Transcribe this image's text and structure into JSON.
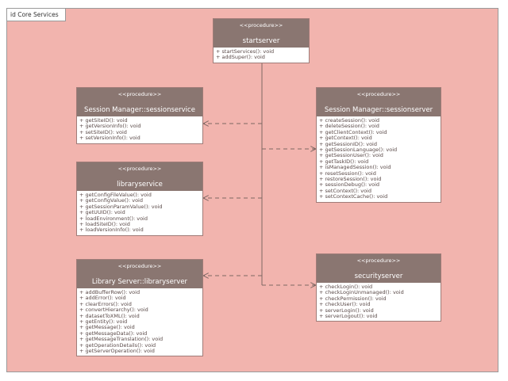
{
  "diagram": {
    "frame_title": "id Core Services",
    "classes": [
      {
        "id": "startserver",
        "stereotype": "<<procedure>>",
        "name": "startserver",
        "operations": [
          "+ startServices(): void",
          "+ addSuper(): void"
        ]
      },
      {
        "id": "session-service",
        "stereotype": "<<procedure>>",
        "name": "Session Manager::sessionservice",
        "operations": [
          "+ getSiteID(): void",
          "+ getVersionInfo(): void",
          "+ setSiteID(): void",
          "+ setVersionInfo(): void"
        ]
      },
      {
        "id": "session-server",
        "stereotype": "<<procedure>>",
        "name": "Session Manager::sessionserver",
        "operations": [
          "+ createSession(): void",
          "+ deleteSession(): void",
          "+ getClientContext(): void",
          "+ getContext(): void",
          "+ getSessionID(): void",
          "+ getSessionLanguage(): void",
          "+ getSessionUser(): void",
          "+ getTaskID(): void",
          "+ isManagedSession(): void",
          "+ resetSession(): void",
          "+ restoreSession(): void",
          "+ sessionDebug(): void",
          "+ setContext(): void",
          "+ setContextCache(): void"
        ]
      },
      {
        "id": "libraryservice",
        "stereotype": "<<procedure>>",
        "name": "libraryservice",
        "operations": [
          "+ getConfigFileValue(): void",
          "+ getConfigValue(): void",
          "+ getSessionParamValue(): void",
          "+ getUUID(): void",
          "+ loadEnvironment(): void",
          "+ loadSiteID(): void",
          "+ loadVersionInfo(): void"
        ]
      },
      {
        "id": "library-server",
        "stereotype": "<<procedure>>",
        "name": "Library Server::libraryserver",
        "operations": [
          "+ addBufferRow(): void",
          "+ addError(): void",
          "+ clearErrors(): void",
          "+ convertHierarchy(): void",
          "+ datasetToXML(): void",
          "+ getEntity(): void",
          "+ getMessage(): void",
          "+ getMessageData(): void",
          "+ getMessageTranslation(): void",
          "+ getOperationDetails(): void",
          "+ getServerOperation(): void"
        ]
      },
      {
        "id": "securityserver",
        "stereotype": "<<procedure>>",
        "name": "securityserver",
        "operations": [
          "+ checkLogin(): void",
          "+ checkLoginUnmanaged(): void",
          "+ checkPermission(): void",
          "+ checkUser(): void",
          "+ serverLogin(): void",
          "+ serverLogout(): void"
        ]
      }
    ],
    "dependencies": [
      {
        "from": "startserver",
        "to": "session-service"
      },
      {
        "from": "startserver",
        "to": "session-server"
      },
      {
        "from": "startserver",
        "to": "libraryservice"
      },
      {
        "from": "startserver",
        "to": "library-server"
      },
      {
        "from": "startserver",
        "to": "securityserver"
      }
    ]
  }
}
